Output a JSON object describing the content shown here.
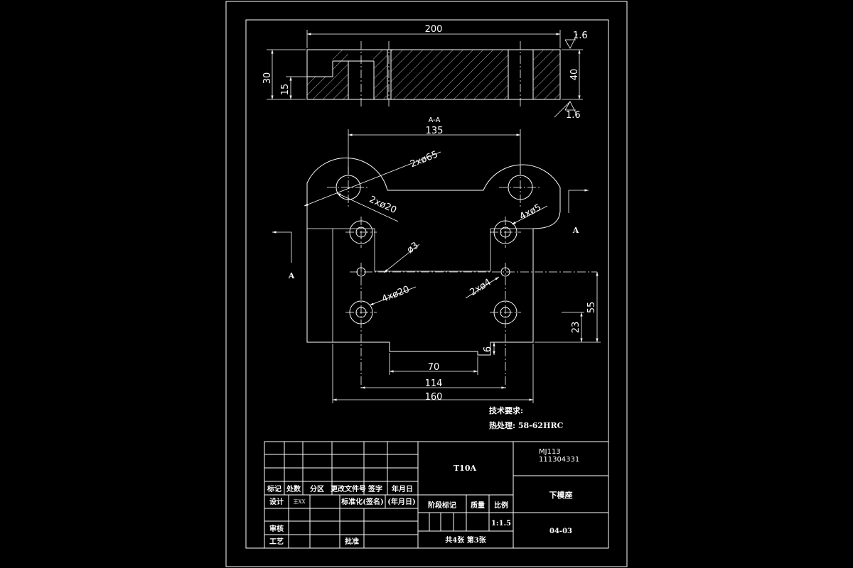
{
  "top_view": {
    "dim_200": "200",
    "dim_30": "30",
    "dim_15": "15",
    "dim_40": "40",
    "roughness_top": "1.6",
    "roughness_bottom": "1.6"
  },
  "main_view": {
    "section_label": "A-A",
    "dim_135": "135",
    "dim_2x65": "2xø65",
    "dim_2x20": "2xø20",
    "dim_4x5": "4xø5",
    "dim_3": "ø3",
    "dim_4x20": "4xø20",
    "dim_2x4": "2xø4",
    "dim_55": "55",
    "dim_23": "23",
    "dim_6": "6",
    "dim_70": "70",
    "dim_114": "114",
    "dim_160": "160",
    "cut_left": "A",
    "cut_right": "A"
  },
  "notes": {
    "title": "技术要求:",
    "heat_treatment": "热处理: 58-62HRC"
  },
  "title_block": {
    "material": "T10A",
    "code_line1": "MJ113",
    "code_line2": "111304331",
    "part_name": "下模座",
    "drawing_no": "04-03",
    "row_headers": [
      "标记",
      "处数",
      "分区",
      "更改文件号",
      "签字",
      "年月日"
    ],
    "design_label": "设计",
    "design_name": "王XX",
    "standardize": "标准化(签名)",
    "date_label": "(年月日)",
    "stage_label": "阶段标记",
    "weight_label": "质量",
    "scale_label": "比例",
    "scale_value": "1:1.5",
    "review_label": "审核",
    "process_label": "工艺",
    "approve_label": "批准",
    "sheets": "共4张  第3张"
  }
}
